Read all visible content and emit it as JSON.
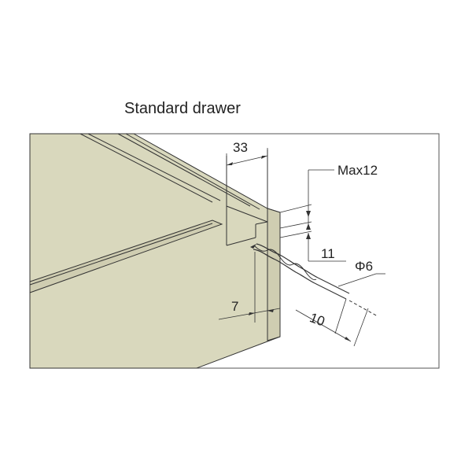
{
  "title": "Standard drawer",
  "dimensions": {
    "groove_width": "33",
    "max_depth": "Max12",
    "edge_offset": "11",
    "drill_diameter": "Φ6",
    "side_offset": "7",
    "drill_depth": "10"
  },
  "colors": {
    "panel": "#d9d8bd",
    "line": "#333333",
    "frame": "#555555"
  }
}
